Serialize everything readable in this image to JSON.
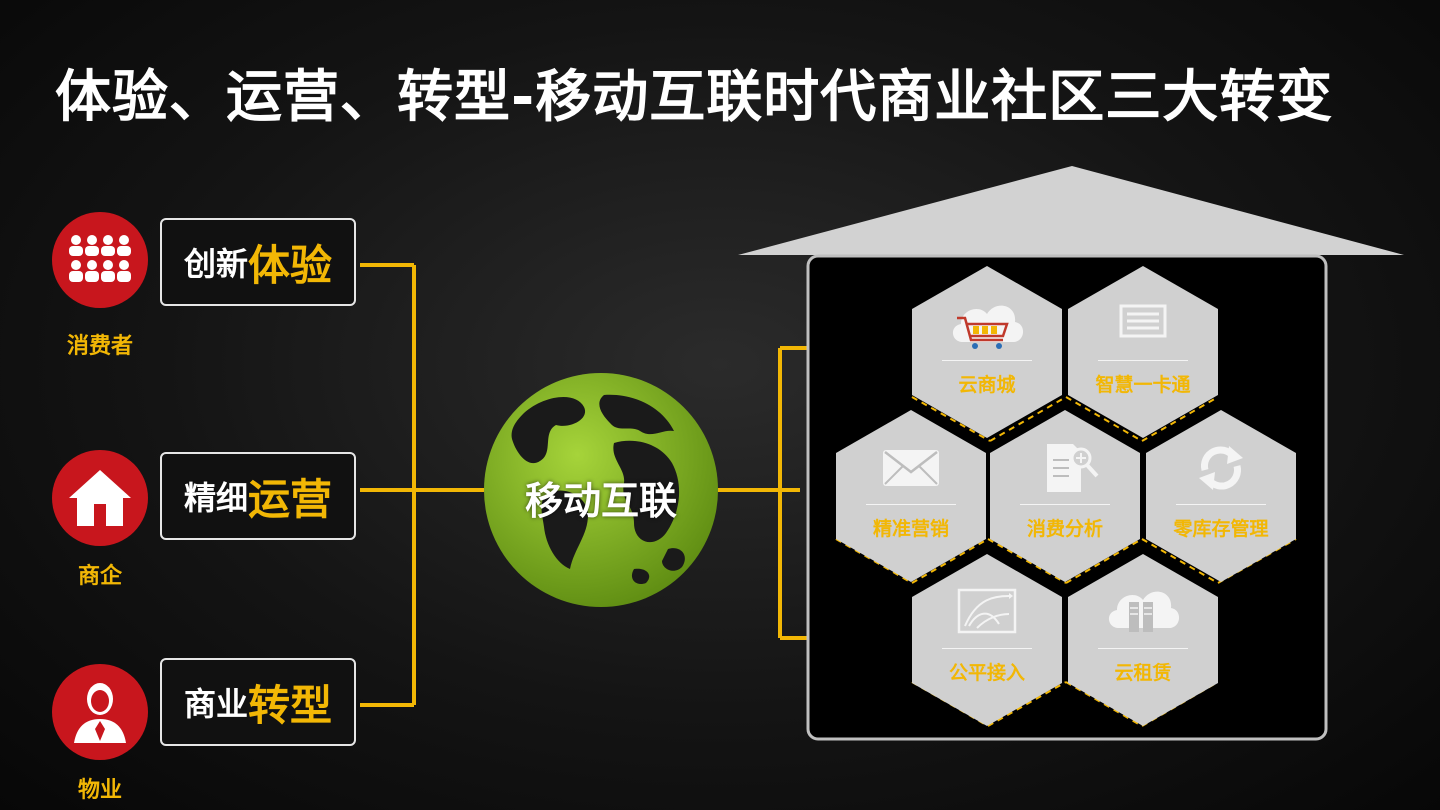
{
  "title": "体验、运营、转型-移动互联时代商业社区三大转变",
  "roles": [
    {
      "label": "消费者",
      "icon": "crowd-icon"
    },
    {
      "label": "商企",
      "icon": "house-icon"
    },
    {
      "label": "物业",
      "icon": "person-icon"
    }
  ],
  "boxes": [
    {
      "white": "创新",
      "yellow": "体验"
    },
    {
      "white": "精细",
      "yellow": "运营"
    },
    {
      "white": "商业",
      "yellow": "转型"
    }
  ],
  "center": {
    "label": "移动互联",
    "icon": "globe-icon"
  },
  "services": [
    {
      "label": "云商城",
      "icon": "cloud-cart-icon"
    },
    {
      "label": "智慧一卡通",
      "icon": "card-icon"
    },
    {
      "label": "精准营销",
      "icon": "envelope-icon"
    },
    {
      "label": "消费分析",
      "icon": "document-magnifier-icon"
    },
    {
      "label": "零库存管理",
      "icon": "refresh-icon"
    },
    {
      "label": "公平接入",
      "icon": "chart-arrows-icon"
    },
    {
      "label": "云租赁",
      "icon": "cloud-server-icon"
    }
  ],
  "colors": {
    "accent": "#f2b705",
    "role_red": "#c8161d",
    "globe_green": "#86b520",
    "hex_gray": "#d0d0d0"
  }
}
